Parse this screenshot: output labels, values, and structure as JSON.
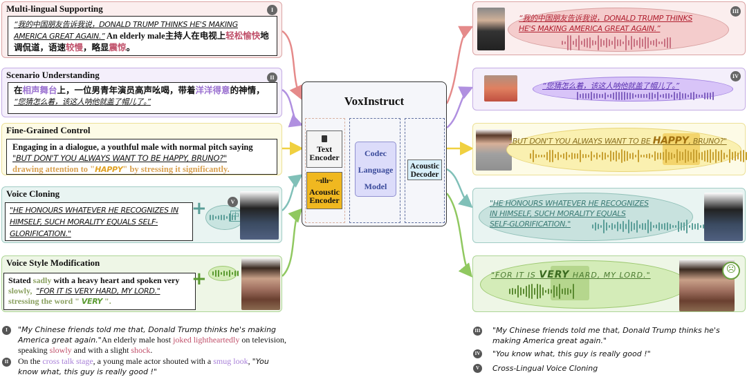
{
  "model": {
    "title": "VoxInstruct",
    "text_encoder": "Text Encoder",
    "acoustic_encoder": "Acoustic Encoder",
    "codec_lm": [
      "Codec",
      "Language",
      "Model"
    ],
    "acoustic_decoder": "Acoustic Decoder"
  },
  "inputs": [
    {
      "title": "Multi-lingual Supporting",
      "badge": "I",
      "quote": "“我的中国朋友告诉我说，DONALD TRUMP THINKS HE'S MAKING AMERICA GREAT AGAIN.”",
      "rest1": " An elderly male主持人在电视上",
      "hl1": "轻松愉快",
      "rest2": "地调侃道，语速",
      "hl2": "较慢",
      "rest3": "，略显",
      "hl3": "震惊",
      "rest4": "。"
    },
    {
      "title": "Scenario Understanding",
      "badge": "II",
      "pre": "在",
      "hl1": "相声舞台",
      "mid": "上，一位男青年演员高声吆喝，带着",
      "hl2": "洋洋得意",
      "post": "的神情，",
      "quote": "“您猜怎么着，该这人呐他就盖了帽儿了。”"
    },
    {
      "title": "Fine-Grained Control",
      "line1": "Engaging in a dialogue, a youthful male with normal pitch saying",
      "quote": "\"BUT DON'T YOU ALWAYS WANT TO BE HAPPY, BRUNO?\"",
      "pre": "drawing attention to \"",
      "stress": "HAPPY",
      "post": "\" by stressing it significantly."
    },
    {
      "title": "Voice Cloning",
      "quote": "\"HE HONOURS WHATEVER HE RECOGNIZES IN HIMSELF, SUCH MORALITY EQUALS SELF-GLORIFICATION.\"",
      "badge": "V",
      "char": "中"
    },
    {
      "title": "Voice Style Modification",
      "pre": "Stated ",
      "hl1": "sadly",
      "mid": " with a heavy heart and spoken very ",
      "hl2": "slowly,",
      "quote": "\"FOR IT IS VERY HARD, MY LORD.\"",
      "pre2": "stressing the word \" ",
      "stress": "VERY",
      "post2": " \"."
    }
  ],
  "outputs": [
    {
      "badge": "III",
      "line1": "“我的中国朋友告诉我说，DONALD TRUMP THINKS",
      "line2": "HE'S MAKING AMERICA GREAT AGAIN.”"
    },
    {
      "badge": "IV",
      "line1": "“您猜怎么着，该这人呐他就盖了帽儿了。”"
    },
    {
      "pre": "\"BUT DON'T YOU ALWAYS WANT TO BE ",
      "stress": "HAPPY",
      "post": ", BRUNO?\""
    },
    {
      "line1": "\"HE HONOURS WHATEVER HE RECOGNIZES",
      "line2": "IN HIMSELF, SUCH MORALITY EQUALS",
      "line3": "SELF-GLORIFICATION.\""
    },
    {
      "pre": "\"FOR IT IS ",
      "stress": "VERY",
      "post": " HARD, MY LORD.\"",
      "icon": "sad-face-icon"
    }
  ],
  "legend": [
    {
      "badge": "I",
      "q": "\"My Chinese friends told me that, Donald Trump thinks he's making America great again.\"",
      "t1": "An elderly male host ",
      "h1": "joked lightheartedly",
      "t2": " on television, speaking ",
      "h2": "slowly",
      "t3": " and with a slight ",
      "h3": "shock",
      "t4": "."
    },
    {
      "badge": "II",
      "t1": "On the ",
      "h1": "cross talk stage",
      "t2": ", a young male actor shouted with a ",
      "h2": "smug look",
      "t3": ", ",
      "q": "\"You know what, this guy is really good !\""
    },
    {
      "badge": "III",
      "q": "\"My Chinese friends told me that, Donald Trump thinks he's making America great again.\""
    },
    {
      "badge": "IV",
      "q": "\"You know what, this guy is really good !\""
    },
    {
      "badge": "V",
      "q": "Cross-Lingual Voice Cloning"
    }
  ],
  "colors": {
    "pink": "#c0506a",
    "purple": "#9a70d0",
    "yellow": "#d8a030",
    "teal": "#5a9e98",
    "green": "#6aa040"
  }
}
